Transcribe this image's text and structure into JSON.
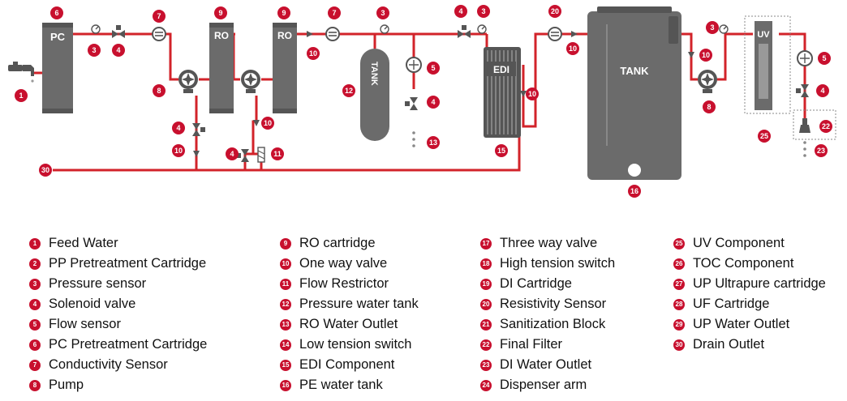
{
  "diagram": {
    "labels": {
      "pc": "PC",
      "ro1": "RO",
      "ro2": "RO",
      "small_tank": "TANK",
      "edi": "EDI",
      "big_tank": "TANK",
      "uv": "UV"
    },
    "badges": [
      {
        "id": "b1",
        "n": "1"
      },
      {
        "id": "b6",
        "n": "6"
      },
      {
        "id": "b3a",
        "n": "3"
      },
      {
        "id": "b4a",
        "n": "4"
      },
      {
        "id": "b7a",
        "n": "7"
      },
      {
        "id": "b8a",
        "n": "8"
      },
      {
        "id": "b9a",
        "n": "9"
      },
      {
        "id": "b4b",
        "n": "4"
      },
      {
        "id": "b10a",
        "n": "10"
      },
      {
        "id": "b9b",
        "n": "9"
      },
      {
        "id": "b10b",
        "n": "10"
      },
      {
        "id": "b4c",
        "n": "4"
      },
      {
        "id": "b11",
        "n": "11"
      },
      {
        "id": "b10c",
        "n": "10"
      },
      {
        "id": "b7b",
        "n": "7"
      },
      {
        "id": "b3b",
        "n": "3"
      },
      {
        "id": "b12",
        "n": "12"
      },
      {
        "id": "b5a",
        "n": "5"
      },
      {
        "id": "b4d",
        "n": "4"
      },
      {
        "id": "b13",
        "n": "13"
      },
      {
        "id": "b4e",
        "n": "4"
      },
      {
        "id": "b3c",
        "n": "3"
      },
      {
        "id": "b10d",
        "n": "10"
      },
      {
        "id": "b15",
        "n": "15"
      },
      {
        "id": "b20",
        "n": "20"
      },
      {
        "id": "b10e",
        "n": "10"
      },
      {
        "id": "b16",
        "n": "16"
      },
      {
        "id": "b3d",
        "n": "3"
      },
      {
        "id": "b10f",
        "n": "10"
      },
      {
        "id": "b8b",
        "n": "8"
      },
      {
        "id": "b5b",
        "n": "5"
      },
      {
        "id": "b4f",
        "n": "4"
      },
      {
        "id": "b25",
        "n": "25"
      },
      {
        "id": "b22",
        "n": "22"
      },
      {
        "id": "b23",
        "n": "23"
      },
      {
        "id": "b30",
        "n": "30"
      }
    ]
  },
  "legend": {
    "columns": [
      [
        {
          "n": "1",
          "text": "Feed Water"
        },
        {
          "n": "2",
          "text": "PP Pretreatment Cartridge"
        },
        {
          "n": "3",
          "text": "Pressure sensor"
        },
        {
          "n": "4",
          "text": "Solenoid valve"
        },
        {
          "n": "5",
          "text": "Flow sensor"
        },
        {
          "n": "6",
          "text": "PC Pretreatment Cartridge"
        },
        {
          "n": "7",
          "text": "Conductivity Sensor"
        },
        {
          "n": "8",
          "text": "Pump"
        }
      ],
      [
        {
          "n": "9",
          "text": "RO cartridge"
        },
        {
          "n": "10",
          "text": "One way valve"
        },
        {
          "n": "11",
          "text": "Flow Restrictor"
        },
        {
          "n": "12",
          "text": "Pressure water tank"
        },
        {
          "n": "13",
          "text": "RO Water Outlet"
        },
        {
          "n": "14",
          "text": "Low tension switch"
        },
        {
          "n": "15",
          "text": "EDI Component"
        },
        {
          "n": "16",
          "text": "PE water tank"
        }
      ],
      [
        {
          "n": "17",
          "text": "Three way valve"
        },
        {
          "n": "18",
          "text": "High tension switch"
        },
        {
          "n": "19",
          "text": "DI Cartridge"
        },
        {
          "n": "20",
          "text": "Resistivity Sensor"
        },
        {
          "n": "21",
          "text": "Sanitization Block"
        },
        {
          "n": "22",
          "text": "Final Filter"
        },
        {
          "n": "23",
          "text": "DI Water Outlet"
        },
        {
          "n": "24",
          "text": "Dispenser arm"
        }
      ],
      [
        {
          "n": "25",
          "text": "UV Component"
        },
        {
          "n": "26",
          "text": "TOC Component"
        },
        {
          "n": "27",
          "text": "UP Ultrapure cartridge"
        },
        {
          "n": "28",
          "text": "UF Cartridge"
        },
        {
          "n": "29",
          "text": "UP Water Outlet"
        },
        {
          "n": "30",
          "text": "Drain Outlet"
        }
      ]
    ]
  },
  "colors": {
    "pipe": "#d2232a",
    "badge": "#c8102e",
    "component": "#6b6b6b",
    "device": "#555555"
  }
}
